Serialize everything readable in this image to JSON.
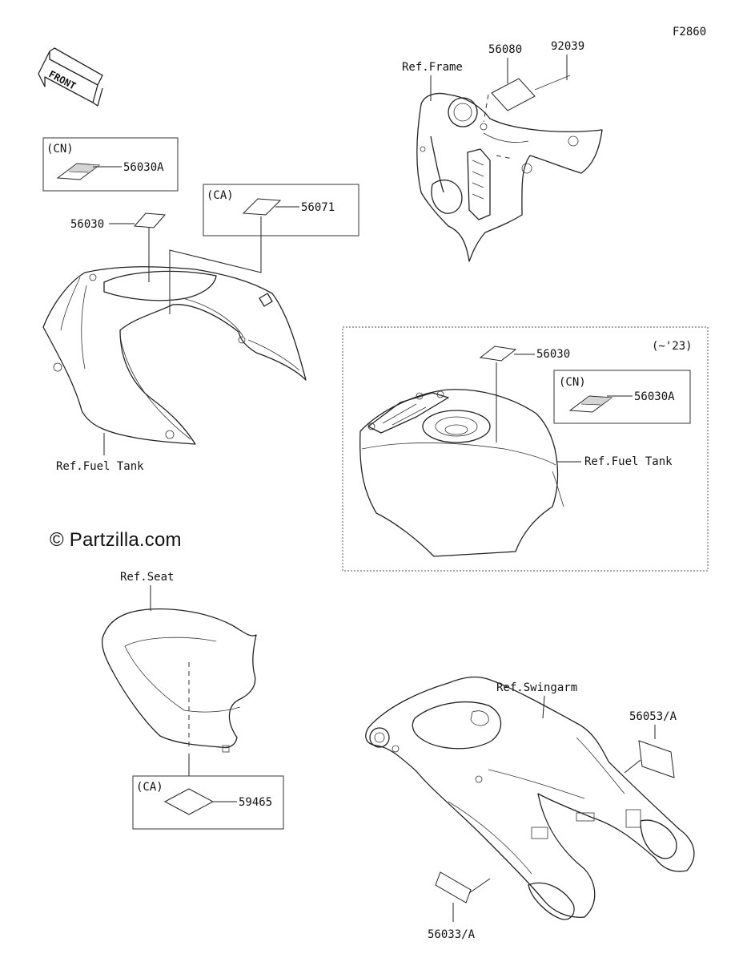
{
  "figure_code": "F2860",
  "front_label": "FRONT",
  "watermark": "© Partzilla.com",
  "callouts": {
    "cn_tag_top": "(CN)",
    "part_56030a_top": "56030A",
    "part_56030_left": "56030",
    "ca_tag_cover": "(CA)",
    "part_56071": "56071",
    "ref_fuel_tank_left": "Ref.Fuel Tank",
    "ref_frame": "Ref.Frame",
    "part_56080": "56080",
    "part_92039": "92039",
    "year_tag": "(~'23)",
    "part_56030_tank": "56030",
    "cn_tag_tank": "(CN)",
    "part_56030a_tank": "56030A",
    "ref_fuel_tank_right": "Ref.Fuel Tank",
    "ref_seat": "Ref.Seat",
    "ca_tag_seat": "(CA)",
    "part_59465": "59465",
    "ref_swingarm": "Ref.Swingarm",
    "part_56053a": "56053/A",
    "part_56033a": "56033/A"
  }
}
